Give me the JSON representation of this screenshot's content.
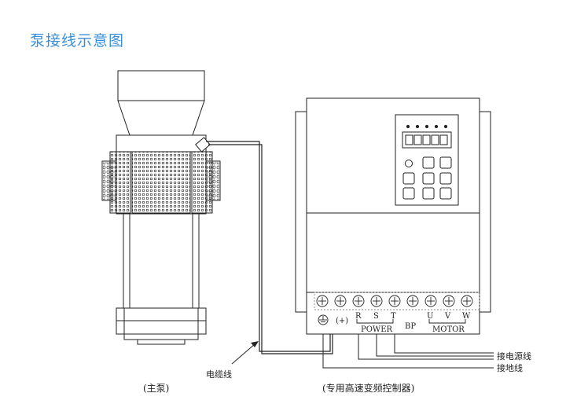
{
  "title": "泵接线示意图",
  "labels": {
    "pump": "(主泵)",
    "controller": "(专用高速变频控制器)",
    "cable": "电缆线",
    "power_line": "接电源线",
    "ground_line": "接地线"
  },
  "terminals": {
    "plus": "(+)",
    "r": "R",
    "s": "S",
    "t": "T",
    "u": "U",
    "v": "V",
    "w": "W",
    "power": "POWER",
    "bp": "BP",
    "motor": "MOTOR"
  },
  "colors": {
    "title": "#3a8fd8",
    "line": "#222222",
    "background": "#ffffff"
  },
  "icons": {
    "ground": "ground-symbol-icon"
  }
}
